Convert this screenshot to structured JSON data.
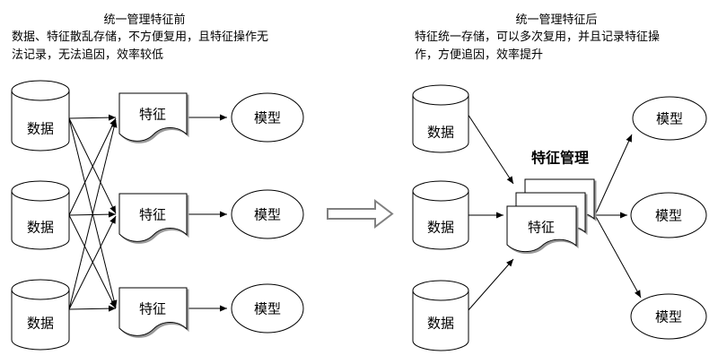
{
  "left_panel": {
    "title": "统一管理特征前",
    "description_lines": [
      "数据、特征散乱存储，不方便复用，且特征操作无",
      "法记录，无法追因，效率较低"
    ],
    "databases": [
      {
        "label": "数据"
      },
      {
        "label": "数据"
      },
      {
        "label": "数据"
      }
    ],
    "features": [
      {
        "label": "特征"
      },
      {
        "label": "特征"
      },
      {
        "label": "特征"
      }
    ],
    "models": [
      {
        "label": "模型"
      },
      {
        "label": "模型"
      },
      {
        "label": "模型"
      }
    ]
  },
  "transition": {
    "symbol": "hollow-right-arrow"
  },
  "right_panel": {
    "title": "统一管理特征后",
    "description_lines": [
      "特征统一存储，可以多次复用，并且记录特征操",
      "作，方便追因，效率提升"
    ],
    "databases": [
      {
        "label": "数据"
      },
      {
        "label": "数据"
      },
      {
        "label": "数据"
      }
    ],
    "feature_store": {
      "label": "特征"
    },
    "feature_management": {
      "label": "特征管理"
    },
    "models": [
      {
        "label": "模型"
      },
      {
        "label": "模型"
      },
      {
        "label": "模型"
      }
    ]
  },
  "colors": {
    "stroke": "#000000",
    "fill": "#ffffff",
    "highlight": "#1FB0F5",
    "transition_arrow": "#808080",
    "shadow": "#999999"
  }
}
